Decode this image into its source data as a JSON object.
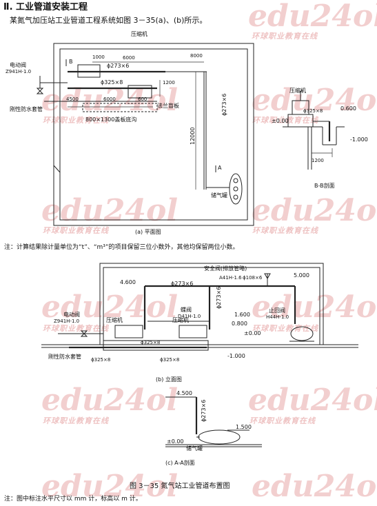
{
  "heading": "Ⅱ. 工业管道安装工程",
  "intro": "某氮气加压站工业管道工程系统如图 3－35(a)、(b)所示。",
  "watermark": {
    "logo": "edu24ol",
    "tagline": "环球职业教育在线"
  },
  "plan": {
    "valve_label": "电动阀",
    "valve_model": "Z941H-1.0",
    "sleeve_label": "刚性防水套管",
    "compressor": "压缩机",
    "d1000": "1000",
    "d6000a": "6000",
    "d8000": "8000",
    "pipe273": "ϕ273×6",
    "pipe325": "ϕ325×8",
    "d4500": "4500",
    "d6000b": "6000",
    "d600": "600",
    "d1200": "1200",
    "flange": "法兰盲板",
    "trench": "800×1300盖板底沟",
    "pipe273v": "ϕ273×6",
    "d12000": "12000",
    "tank": "储气罐",
    "sec_a": "A",
    "sec_b": "B",
    "caption": "(a) 平面图"
  },
  "bb": {
    "compressor": "压缩机",
    "pipe325": "ϕ325×8",
    "el_060": "0.600",
    "el_000": "±0.00",
    "el_m100": "-1.000",
    "d1200": "1200",
    "caption": "B-B剖面"
  },
  "note1": "注：计算结果除计量单位为“t”、“m³”的项目保留三位小数外，其他均保留两位小数。",
  "elev": {
    "safety_valve": "安全阀(排放管略)",
    "safety_model": "A41H-1.6",
    "pipe108": "ϕ108×6",
    "el_4600": "4.600",
    "el_5000": "5.000",
    "pipe273": "ϕ273×6",
    "butterfly": "蝶阀",
    "butterfly_model": "D41H-1.0",
    "pipe273v": "ϕ273×6",
    "el_1600": "1.600",
    "el_0800": "0.800",
    "el_000": "±0.00",
    "check_valve": "止回阀",
    "check_model": "H44H-1.0",
    "valve_label": "电动阀",
    "valve_model": "Z941H-1.0",
    "compressor1": "压缩机",
    "compressor2": "压缩机",
    "pipe325": "ϕ325×8",
    "sleeve_label": "刚性防水套管",
    "pipe325b": "ϕ325×8",
    "pipe325c": "ϕ325×8",
    "el_m1000": "-1.000",
    "caption": "(b) 立面图"
  },
  "aa": {
    "el_4500": "4.500",
    "pipe273": "ϕ273×6",
    "el_1500": "1.500",
    "el_000": "±0.00",
    "tank": "储气罐",
    "caption": "(c) A-A剖面"
  },
  "figure_title": "图 3－35  氮气站工业管道布置图",
  "note2": "注：图中标注水平尺寸以 mm 计，标高以 m 计。"
}
